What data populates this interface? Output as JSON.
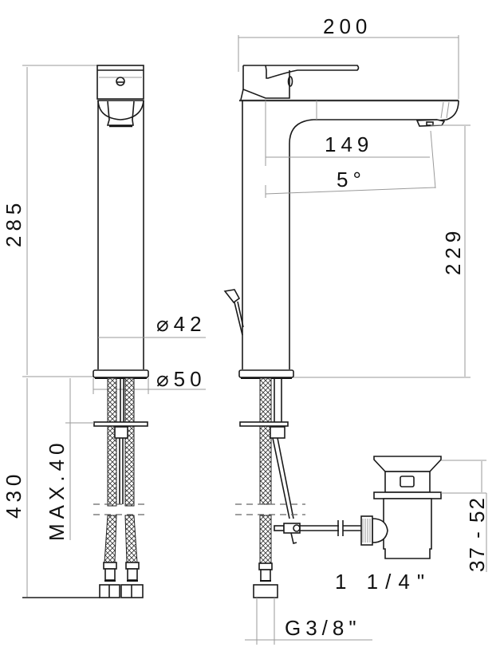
{
  "drawing": {
    "title": "Basin mixer technical drawing",
    "colors": {
      "line": "#1a1a1a",
      "dimension_line": "#9a9a9a",
      "text": "#111111",
      "background": "#ffffff"
    },
    "front_view": {
      "height_label": "285",
      "body_diameter_label": "⌀42",
      "base_diameter_label": "⌀50",
      "under_counter_label": "430",
      "max_thickness_label": "MAX.40"
    },
    "side_view": {
      "overall_length_label": "200",
      "spout_reach_label": "149",
      "spout_angle_label": "5°",
      "spout_height_label": "229",
      "hose_connection_label": "G3/8\""
    },
    "waste": {
      "size_label": "1 1/4\"",
      "adjust_range_label": "37 - 52"
    }
  }
}
